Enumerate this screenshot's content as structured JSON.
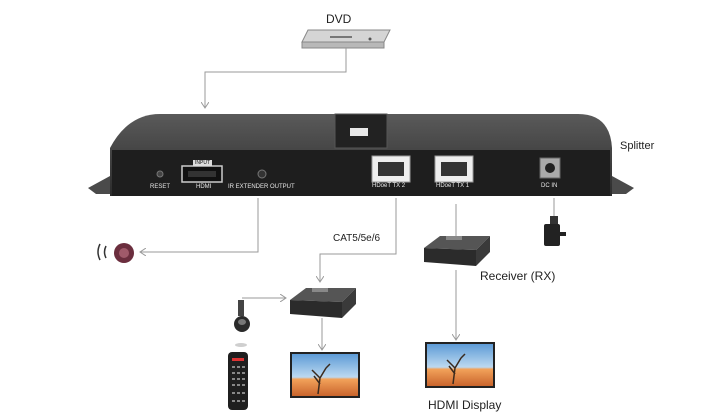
{
  "labels": {
    "dvd": "DVD",
    "splitter": "Splitter",
    "cable": "CAT5/5e/6",
    "receiver": "Receiver (RX)",
    "hdmi_display": "HDMI Display"
  },
  "panel": {
    "reset": "RESET",
    "input": "INPUT",
    "hdmi": "HDMI",
    "ir_extender_output": "IR EXTENDER OUTPUT",
    "tx2": "HDoeT TX 2",
    "tx1": "HDoeT TX 1",
    "dc_in": "DC IN"
  },
  "colors": {
    "device_body": "#3a3a3a",
    "device_panel": "#1c1c1c",
    "connector_line": "#9a9a9a",
    "sky": "#9ec7ea",
    "sand": "#e07a3a"
  }
}
